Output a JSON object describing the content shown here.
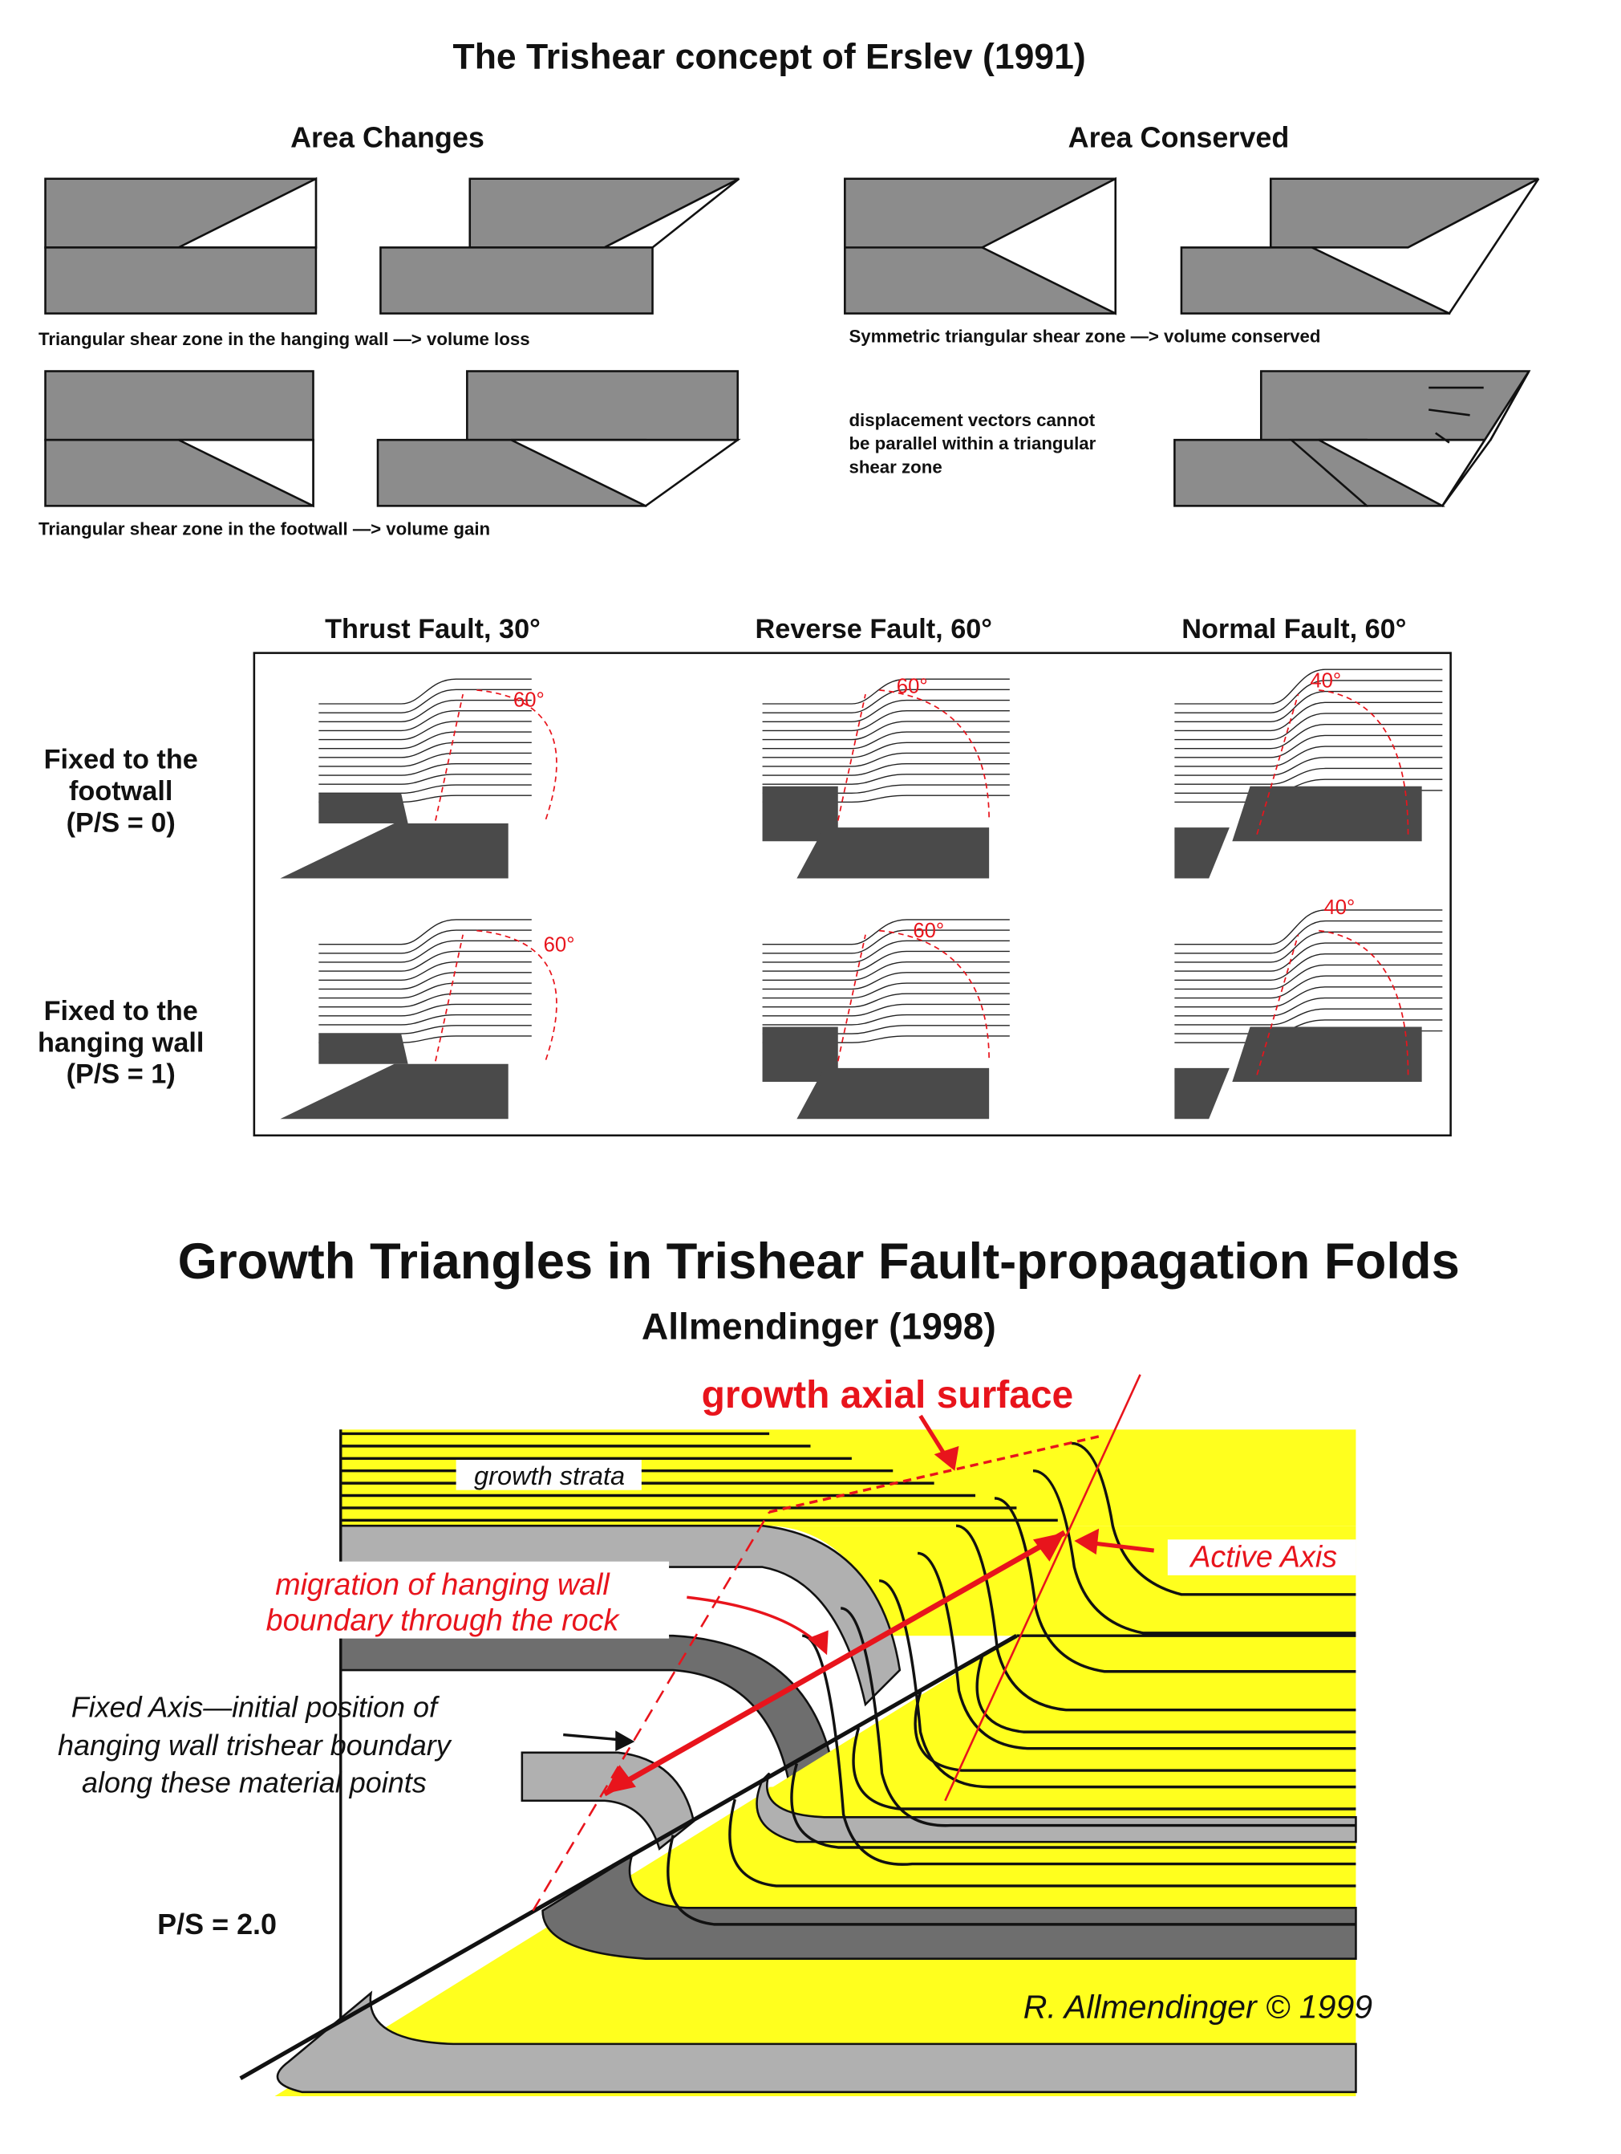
{
  "title": "The Trishear concept of Erslev (1991)",
  "area_changes": {
    "heading": "Area Changes",
    "caption_hanging_wall": "Triangular shear zone in the hanging wall —> volume loss",
    "caption_footwall": "Triangular shear zone in the footwall —> volume gain"
  },
  "area_conserved": {
    "heading": "Area Conserved",
    "caption_symmetric": "Symmetric triangular shear zone —> volume conserved",
    "note_lines": [
      "displacement vectors cannot",
      "be parallel within a triangular",
      "shear zone"
    ]
  },
  "fault_grid": {
    "columns": [
      "Thrust Fault, 30°",
      "Reverse Fault, 60°",
      "Normal Fault, 60°"
    ],
    "rows": [
      {
        "lines": [
          "Fixed to the",
          "footwall",
          "(P/S = 0)"
        ]
      },
      {
        "lines": [
          "Fixed to the",
          "hanging wall",
          "(P/S = 1)"
        ]
      }
    ],
    "angles": [
      [
        "60°",
        "60°",
        "40°"
      ],
      [
        "60°",
        "60°",
        "40°"
      ]
    ]
  },
  "growth": {
    "title": "Growth Triangles in Trishear Fault-propagation Folds",
    "subtitle": "Allmendinger (1998)",
    "axial_surface_label": "growth axial surface",
    "growth_strata_label": "growth strata",
    "migration_lines": [
      "migration of hanging wall",
      "boundary through the rock"
    ],
    "active_axis_label": "Active Axis",
    "fixed_axis_lines": [
      "Fixed Axis—initial position of",
      "hanging wall trishear boundary",
      "along these material points"
    ],
    "ps_label": "P/S = 2.0",
    "credit": "R. Allmendinger © 1999"
  },
  "colors": {
    "yellow": "#ffff1e",
    "red": "#e8141c",
    "gray": "#8c8c8c",
    "dark_gray": "#4a4a4a"
  }
}
